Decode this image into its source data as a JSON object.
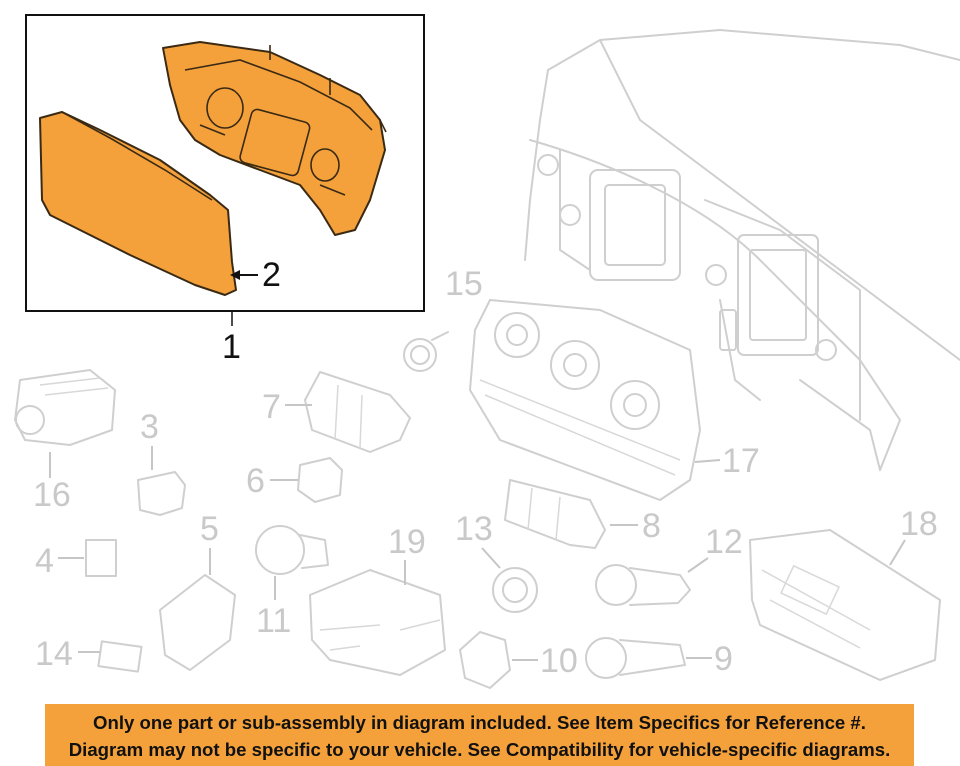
{
  "callouts": {
    "n1": "1",
    "n2": "2",
    "n3": "3",
    "n4": "4",
    "n5": "5",
    "n6": "6",
    "n7": "7",
    "n8": "8",
    "n9": "9",
    "n10": "10",
    "n11": "11",
    "n12": "12",
    "n13": "13",
    "n14": "14",
    "n15": "15",
    "n16": "16",
    "n17": "17",
    "n18": "18",
    "n19": "19"
  },
  "notice": {
    "line1": "Only one part or sub-assembly in diagram included. See Item Specifics for Reference #.",
    "line2": "Diagram may not be specific to your vehicle. See Compatibility for vehicle-specific diagrams."
  },
  "colors": {
    "highlight": "#f4a13c",
    "ghost_line": "#cfcfcf",
    "callout_box": "#111111"
  }
}
